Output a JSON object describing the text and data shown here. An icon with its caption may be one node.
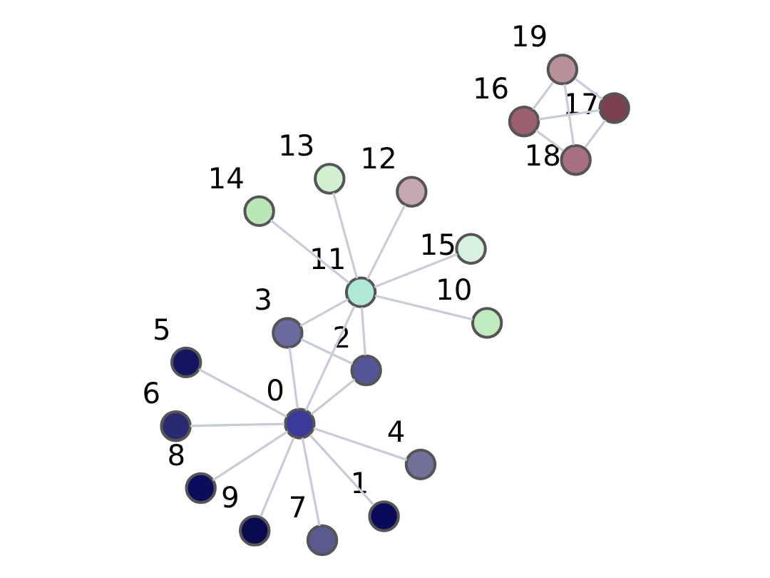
{
  "diagram": {
    "nodes": [
      {
        "text": [],
        "shape": "circle",
        "beside": [
          "0"
        ]
      },
      {
        "text": [],
        "shape": "circle",
        "beside": [
          "1"
        ]
      },
      {
        "text": [],
        "shape": "circle",
        "beside": [
          "2"
        ]
      },
      {
        "text": [],
        "shape": "circle",
        "beside": [
          "3"
        ]
      },
      {
        "text": [],
        "shape": "circle",
        "beside": [
          "4"
        ]
      },
      {
        "text": [],
        "shape": "circle",
        "beside": [
          "5"
        ]
      },
      {
        "text": [],
        "shape": "circle",
        "beside": [
          "6"
        ]
      },
      {
        "text": [],
        "shape": "circle",
        "beside": [
          "7"
        ]
      },
      {
        "text": [],
        "shape": "circle",
        "beside": [
          "8"
        ]
      },
      {
        "text": [],
        "shape": "circle",
        "beside": [
          "9"
        ]
      },
      {
        "text": [],
        "shape": "circle",
        "beside": [
          "10"
        ]
      },
      {
        "text": [],
        "shape": "circle",
        "beside": [
          "11"
        ]
      },
      {
        "text": [],
        "shape": "circle",
        "beside": [
          "12"
        ]
      },
      {
        "text": [],
        "shape": "circle",
        "beside": [
          "13"
        ]
      },
      {
        "text": [],
        "shape": "circle",
        "beside": [
          "14"
        ]
      },
      {
        "text": [],
        "shape": "circle",
        "beside": [
          "15"
        ]
      },
      {
        "text": [],
        "shape": "circle",
        "beside": [
          "16"
        ]
      },
      {
        "text": [],
        "shape": "circle",
        "beside": [
          "17"
        ]
      },
      {
        "text": [],
        "shape": "circle",
        "beside": [
          "18"
        ]
      },
      {
        "text": [],
        "shape": "circle",
        "beside": [
          "19"
        ]
      }
    ],
    "edges": [
      {
        "from": 0,
        "to": 1,
        "arrow": "none"
      },
      {
        "from": 0,
        "to": 2,
        "arrow": "none"
      },
      {
        "from": 0,
        "to": 3,
        "arrow": "none"
      },
      {
        "from": 0,
        "to": 4,
        "arrow": "none"
      },
      {
        "from": 0,
        "to": 5,
        "arrow": "none"
      },
      {
        "from": 0,
        "to": 6,
        "arrow": "none"
      },
      {
        "from": 0,
        "to": 7,
        "arrow": "none"
      },
      {
        "from": 0,
        "to": 8,
        "arrow": "none"
      },
      {
        "from": 0,
        "to": 9,
        "arrow": "none"
      },
      {
        "from": 0,
        "to": 11,
        "arrow": "none"
      },
      {
        "from": 2,
        "to": 11,
        "arrow": "none"
      },
      {
        "from": 2,
        "to": 3,
        "arrow": "none"
      },
      {
        "from": 3,
        "to": 11,
        "arrow": "none"
      },
      {
        "from": 10,
        "to": 11,
        "arrow": "none"
      },
      {
        "from": 11,
        "to": 12,
        "arrow": "none"
      },
      {
        "from": 11,
        "to": 13,
        "arrow": "none"
      },
      {
        "from": 11,
        "to": 14,
        "arrow": "none"
      },
      {
        "from": 11,
        "to": 15,
        "arrow": "none"
      },
      {
        "from": 16,
        "to": 17,
        "arrow": "none"
      },
      {
        "from": 16,
        "to": 18,
        "arrow": "none"
      },
      {
        "from": 16,
        "to": 19,
        "arrow": "none"
      },
      {
        "from": 17,
        "to": 18,
        "arrow": "none"
      },
      {
        "from": 17,
        "to": 19,
        "arrow": "none"
      },
      {
        "from": 18,
        "to": 19,
        "arrow": "none"
      }
    ]
  }
}
